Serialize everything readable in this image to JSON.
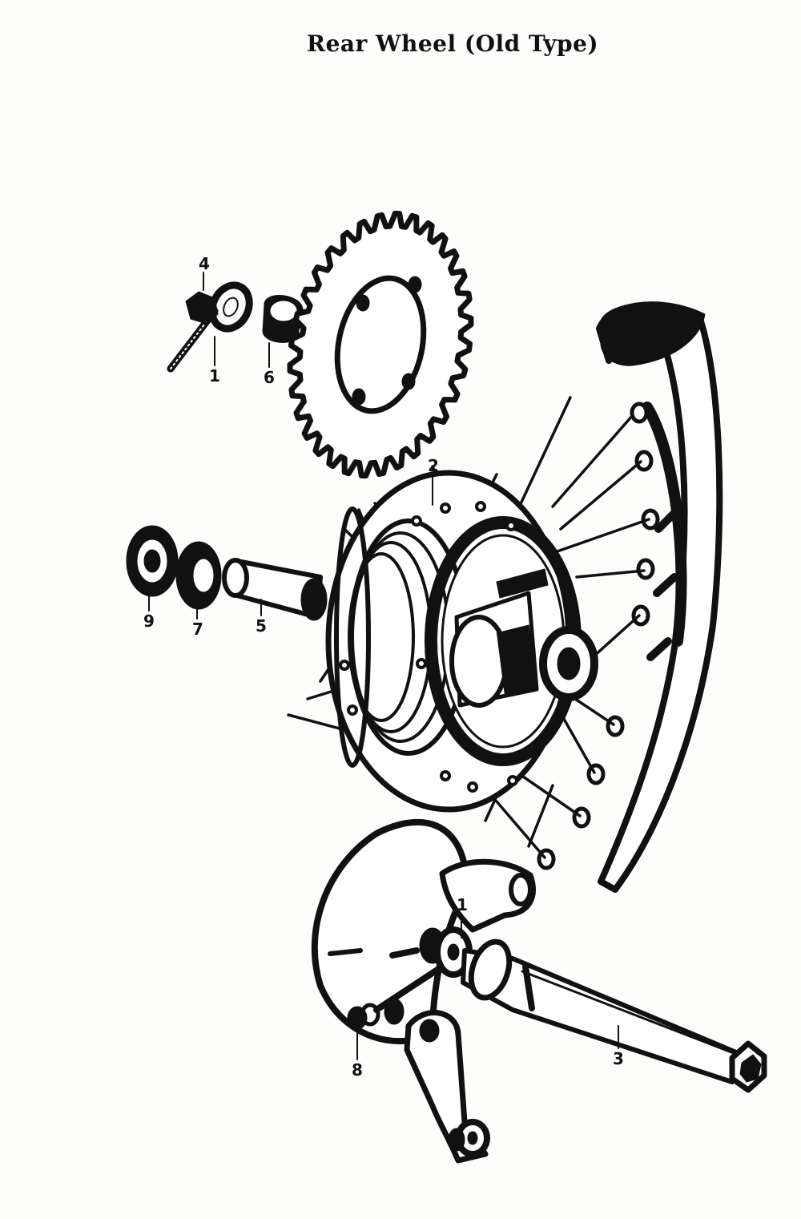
{
  "title": "Rear Wheel (Old Type)",
  "callouts": {
    "c4": "4",
    "c1_top": "1",
    "c6": "6",
    "c2": "2",
    "c9": "9",
    "c7": "7",
    "c5": "5",
    "c1_bottom": "1",
    "c8": "8",
    "c3": "3"
  },
  "colors": {
    "ink": "#111111",
    "paper": "#fdfdfb"
  },
  "parts": [
    "bolt",
    "washer",
    "spacer-collar",
    "sprocket",
    "hub",
    "bearing",
    "axle-spacer",
    "wheel-rim",
    "brake-panel",
    "brake-arm",
    "axle"
  ]
}
